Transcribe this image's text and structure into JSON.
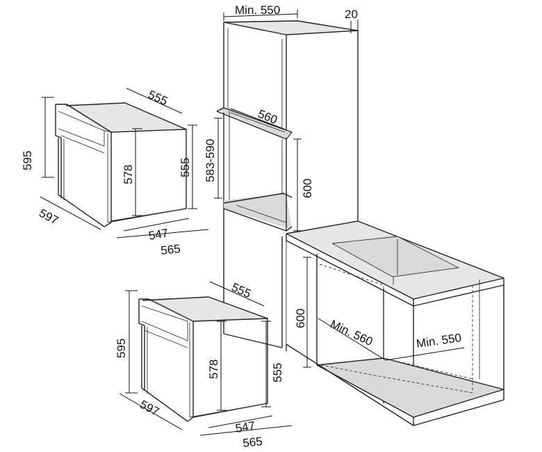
{
  "unit_upper": {
    "height": "595",
    "width": "597",
    "depth_top": "555",
    "inner_height": "578",
    "side_height": "555",
    "depth_bottom": "547",
    "depth_total": "565"
  },
  "unit_lower": {
    "height": "595",
    "width": "597",
    "depth_top": "555",
    "inner_height": "578",
    "side_height": "555",
    "depth_bottom": "547",
    "depth_total": "565"
  },
  "tall_cabinet": {
    "min_width": "Min. 550",
    "gap": "20",
    "niche_depth": "560",
    "niche_height": "583-590",
    "niche_front_height": "600"
  },
  "base_cabinet": {
    "height": "600",
    "min_depth": "Min. 560",
    "min_width": "Min. 550"
  }
}
